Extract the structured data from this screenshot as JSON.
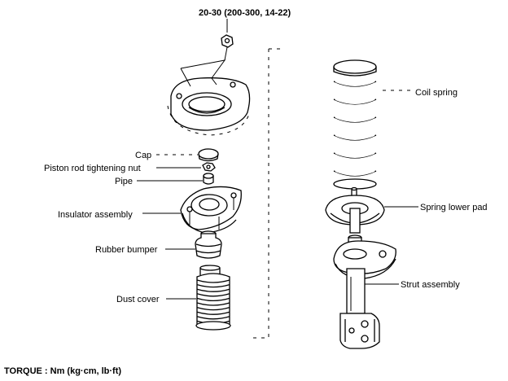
{
  "torque_spec": "20-30 (200-300, 14-22)",
  "labels": {
    "cap": "Cap",
    "piston_nut": "Piston rod tightening nut",
    "pipe": "Pipe",
    "insulator": "Insulator assembly",
    "rubber_bumper": "Rubber bumper",
    "dust_cover": "Dust cover",
    "coil_spring": "Coil spring",
    "spring_lower_pad": "Spring lower pad",
    "strut_assembly": "Strut assembly"
  },
  "footer": "TORQUE : Nm (kg·cm, lb·ft)"
}
